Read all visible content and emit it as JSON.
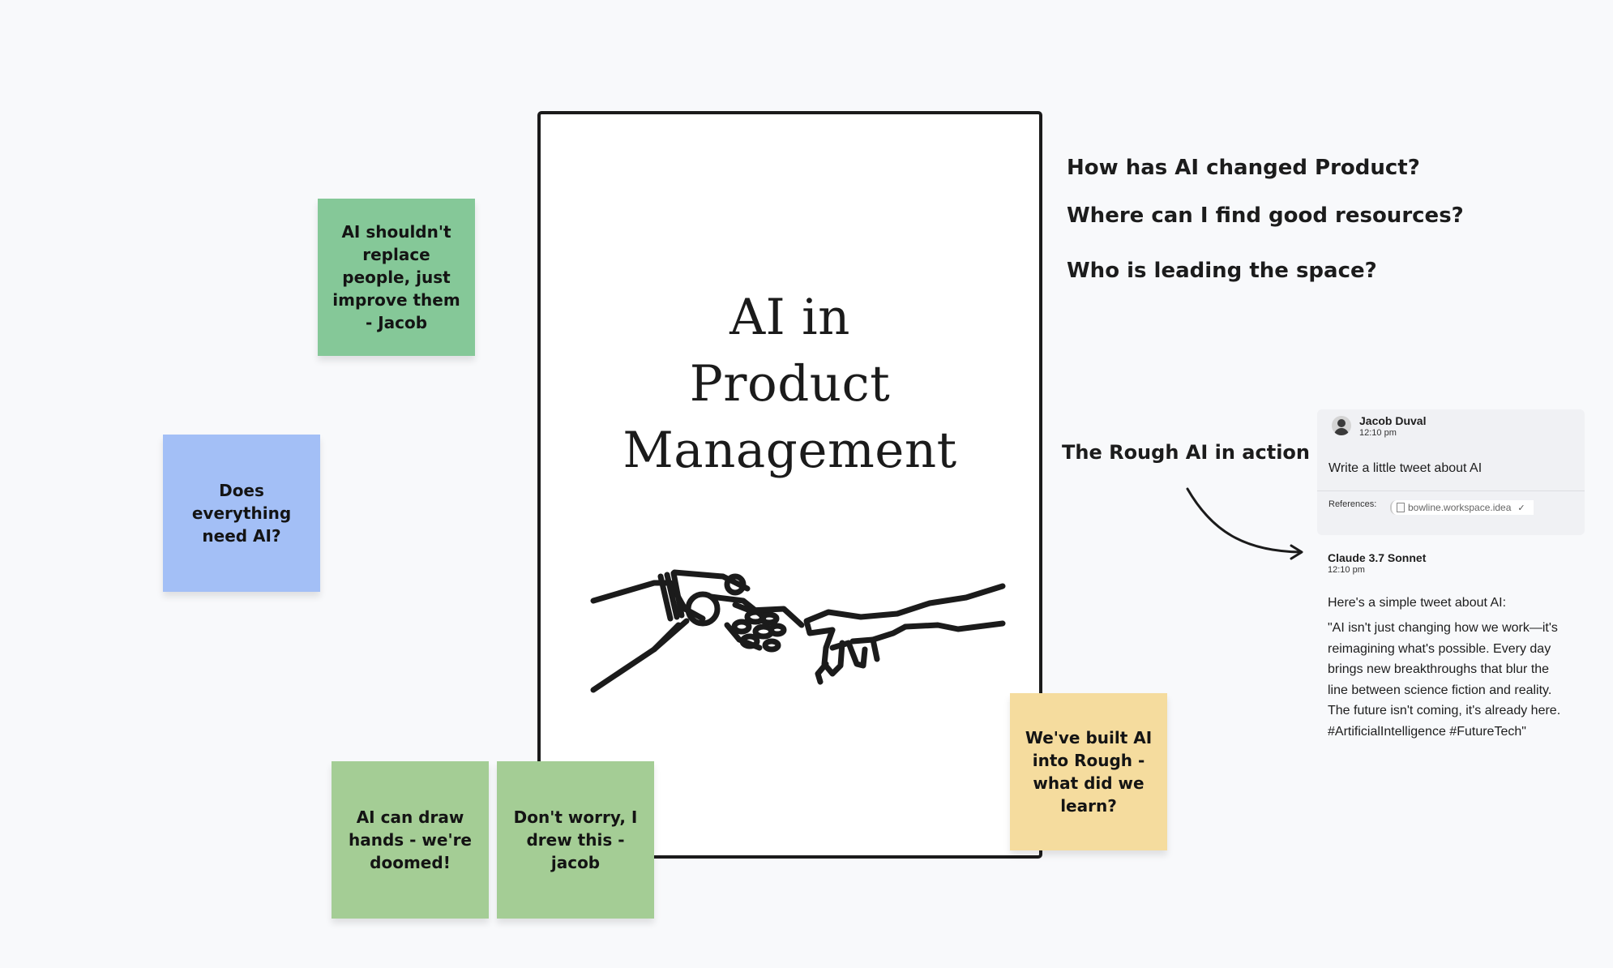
{
  "frame": {
    "title_lines": [
      "AI in",
      "Product",
      "Management"
    ]
  },
  "stickies": {
    "green1": "AI shouldn't replace people, just improve them - Jacob",
    "blue": "Does everything need AI?",
    "green2": "AI can draw hands - we're doomed!",
    "green3": "Don't worry, I drew this - jacob",
    "yellow": "We've built AI into Rough - what did we learn?"
  },
  "questions": [
    "How has AI changed Product?",
    "Where can I find good resources?",
    "Who is leading the space?"
  ],
  "rough_label": "The Rough AI in action",
  "chat": {
    "user": {
      "name": "Jacob Duval",
      "time": "12:10 pm",
      "message": "Write a little tweet about AI",
      "references_label": "References:",
      "reference": "bowline.workspace.idea"
    },
    "bot": {
      "name": "Claude 3.7 Sonnet",
      "time": "12:10 pm",
      "intro": "Here's a simple tweet about AI:",
      "tweet": "\"AI isn't just changing how we work—it's reimagining what's possible. Every day brings new breakthroughs that blur the line between science fiction and reality. The future isn't coming, it's already here. #ArtificialIntelligence #FutureTech\""
    }
  }
}
